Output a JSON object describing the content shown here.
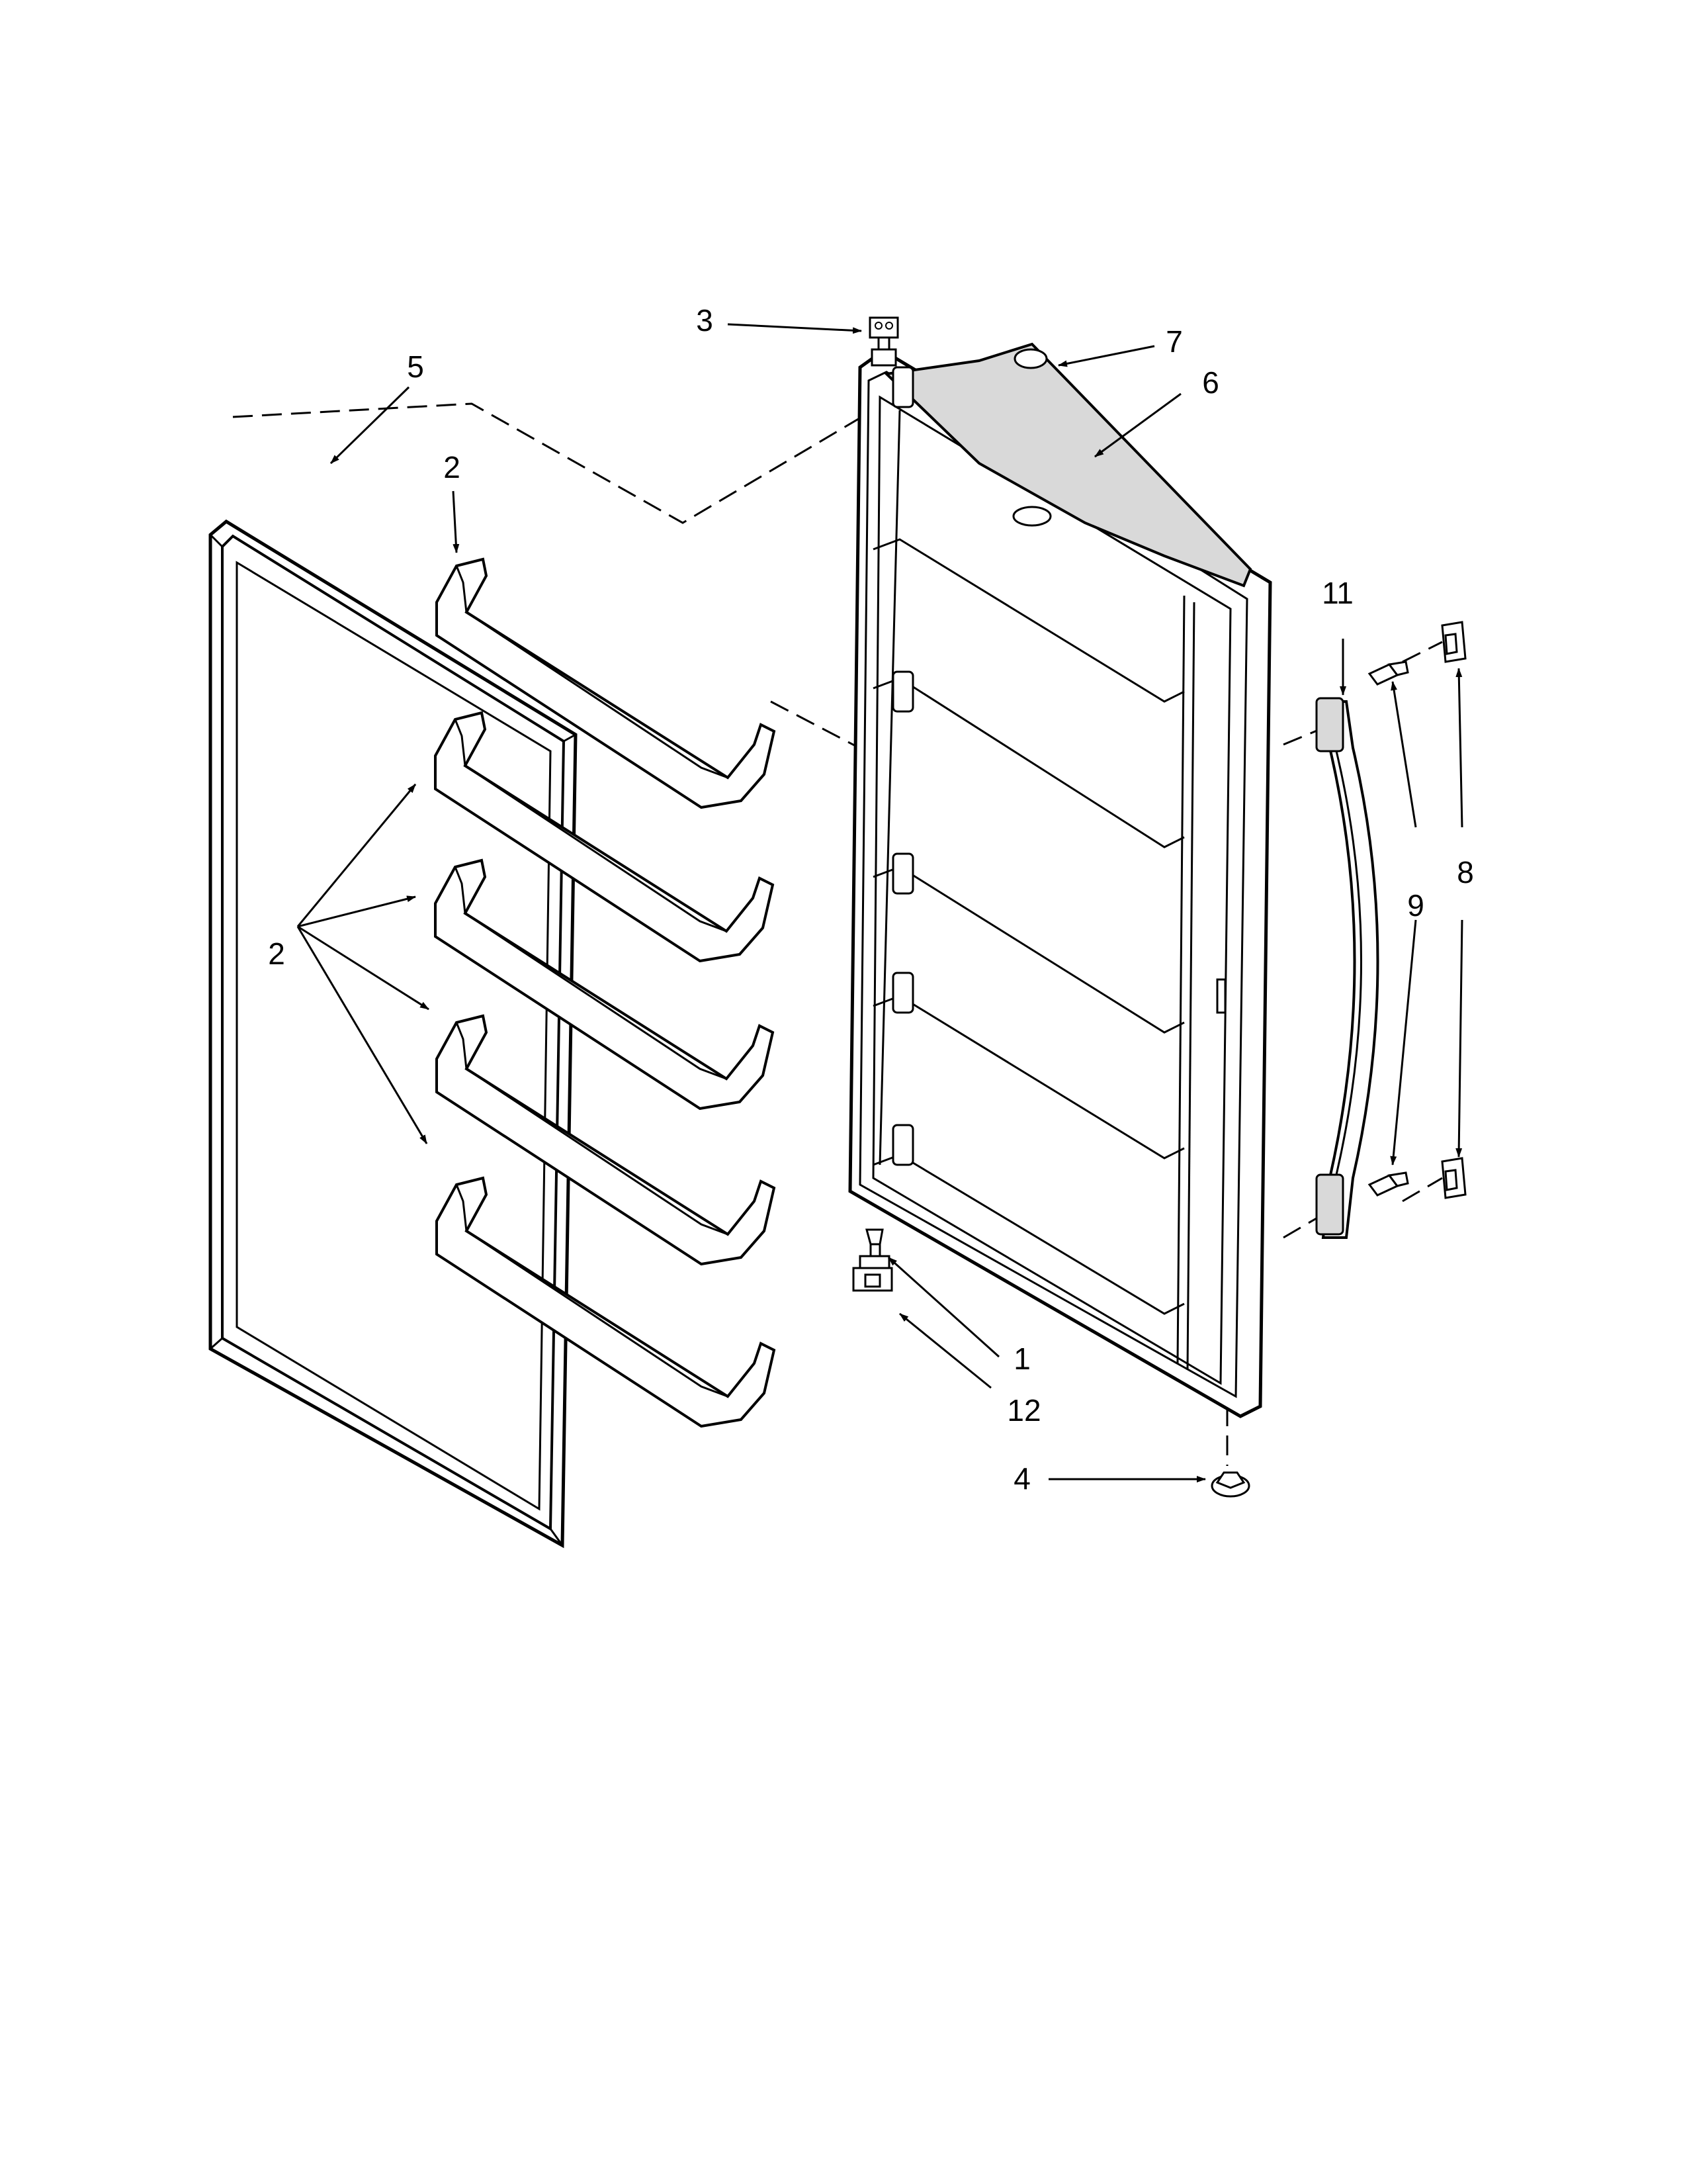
{
  "callouts": [
    {
      "id": "1",
      "label": "1"
    },
    {
      "id": "2a",
      "label": "2"
    },
    {
      "id": "2b",
      "label": "2"
    },
    {
      "id": "3",
      "label": "3"
    },
    {
      "id": "4",
      "label": "4"
    },
    {
      "id": "5",
      "label": "5"
    },
    {
      "id": "6",
      "label": "6"
    },
    {
      "id": "7",
      "label": "7"
    },
    {
      "id": "8",
      "label": "8"
    },
    {
      "id": "9",
      "label": "9"
    },
    {
      "id": "11",
      "label": "11"
    },
    {
      "id": "12",
      "label": "12"
    }
  ]
}
